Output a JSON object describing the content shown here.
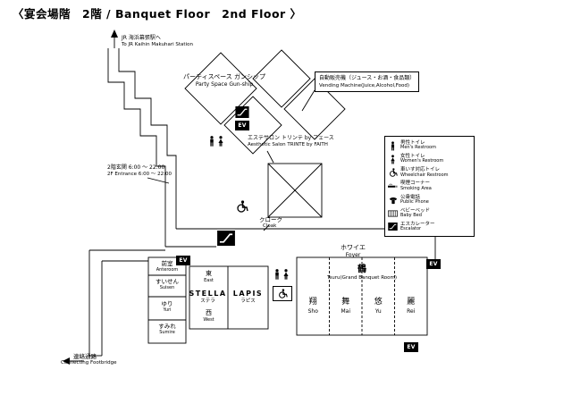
{
  "colors": {
    "line": "#000000",
    "background": "#ffffff",
    "ev_bg": "#000000",
    "ev_text": "#ffffff"
  },
  "title": "〈宴会場階　2階 / Banquet Floor　2nd Floor 〉",
  "ev_label": "EV",
  "station": {
    "jp": "JR 海浜幕張駅へ",
    "en": "To JR Kaihin Makuhari Station"
  },
  "party_space": {
    "jp": "パーティスペース ガンシップ",
    "en": "Party Space Gun-ship"
  },
  "vending": {
    "jp": "自動販売機（ジュース・お酒・食品類）",
    "en": "Vending Machine(Juice,Alcohol,Food)"
  },
  "salon": {
    "jp": "エステサロン トリンテ by フェース",
    "en": "Aesthetic Salon TRINTE by FAITH"
  },
  "entrance": {
    "jp": "2階玄関 6:00 〜 22:00",
    "en": "2F Entrance 6:00 〜 22:00"
  },
  "cloak": {
    "jp": "クローク",
    "en": "Cloak"
  },
  "foyer": {
    "jp": "ホワイエ",
    "en": "Foyer"
  },
  "footbridge": {
    "jp": "連絡通路",
    "en": "Connecting Footbridge"
  },
  "legend": {
    "items": [
      {
        "icon": "mens-restroom",
        "jp": "男性トイレ",
        "en": "Men's Restroom"
      },
      {
        "icon": "womens-restroom",
        "jp": "女性トイレ",
        "en": "Women's Restroom"
      },
      {
        "icon": "wheelchair-restroom",
        "jp": "車いす対応トイレ",
        "en": "Wheelchair Restroom"
      },
      {
        "icon": "smoking-area",
        "jp": "喫煙コーナー",
        "en": "Smoking Area"
      },
      {
        "icon": "public-phone",
        "jp": "公衆電話",
        "en": "Public Phone"
      },
      {
        "icon": "baby-bed",
        "jp": "ベビーベッド",
        "en": "Baby Bed"
      },
      {
        "icon": "escalator",
        "jp": "エスカレーター",
        "en": "Escalator"
      }
    ]
  },
  "rooms": {
    "anteroom": {
      "jp": "前室",
      "en": "Anteroom"
    },
    "suisen": {
      "jp": "すいせん",
      "en": "Suisen"
    },
    "yuri": {
      "jp": "ゆり",
      "en": "Yuri"
    },
    "sumire": {
      "jp": "すみれ",
      "en": "Sumire"
    },
    "east": {
      "jp": "東",
      "en": "East"
    },
    "west": {
      "jp": "西",
      "en": "West"
    },
    "stella": {
      "name": "STELLA",
      "jp": "ステラ"
    },
    "lapis": {
      "name": "LAPIS",
      "jp": "ラピス"
    },
    "tsuru": {
      "jp": "鶴",
      "en": "Tsuru(Grand Banquet Room)",
      "sections": [
        {
          "jp": "翔",
          "en": "Sho"
        },
        {
          "jp": "舞",
          "en": "Mai"
        },
        {
          "jp": "悠",
          "en": "Yu"
        },
        {
          "jp": "麗",
          "en": "Rei"
        }
      ]
    }
  }
}
